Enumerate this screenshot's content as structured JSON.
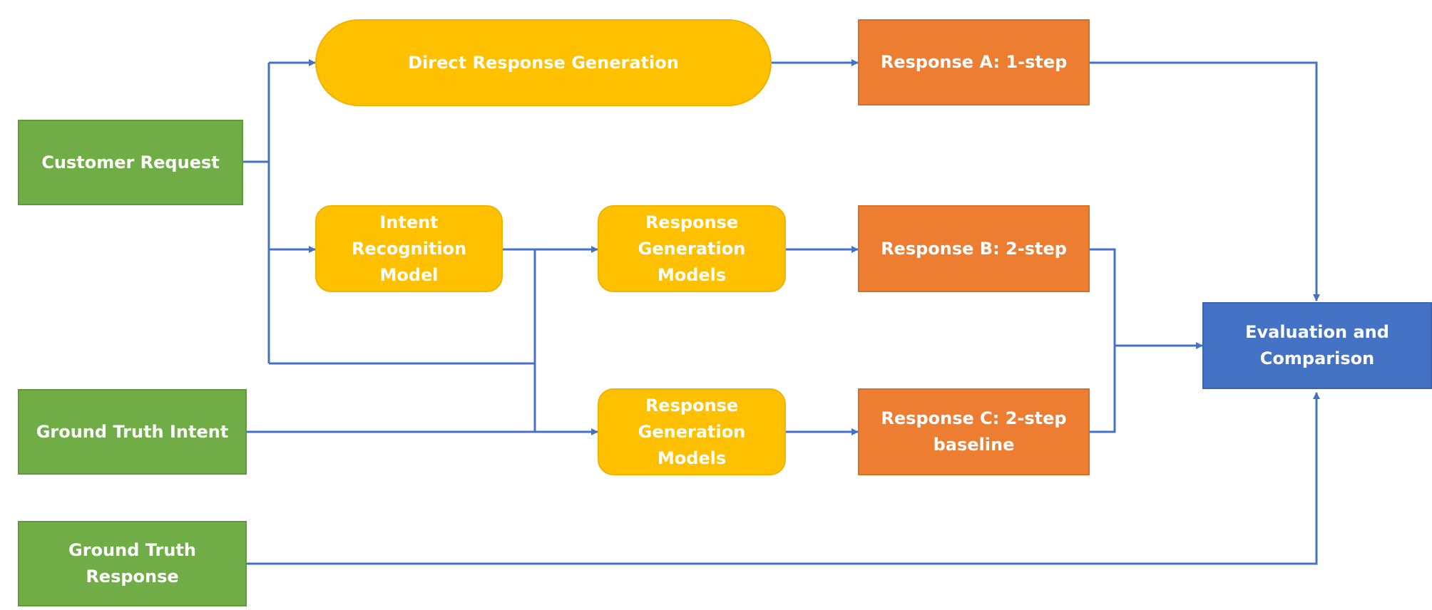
{
  "colors": {
    "input": "#70ad47",
    "process": "#ffc000",
    "response": "#ed7d31",
    "evaluation": "#4472c4",
    "connector": "#4472c4"
  },
  "nodes": {
    "customer_request": "Customer Request",
    "ground_truth_intent": "Ground Truth Intent",
    "ground_truth_response": "Ground Truth\nResponse",
    "direct_response_generation": "Direct Response Generation",
    "intent_recognition_model": "Intent\nRecognition\nModel",
    "response_generation_models_b": "Response\nGeneration\nModels",
    "response_generation_models_c": "Response\nGeneration\nModels",
    "response_a": "Response A: 1-step",
    "response_b": "Response B: 2-step",
    "response_c": "Response C: 2-step\nbaseline",
    "evaluation": "Evaluation and\nComparison"
  }
}
